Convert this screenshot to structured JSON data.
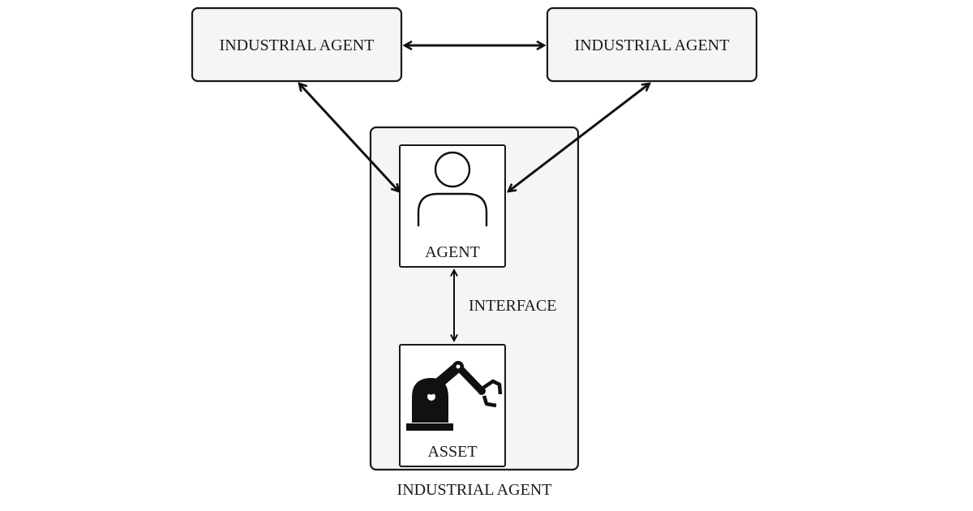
{
  "diagram": {
    "top_left_agent": {
      "label": "INDUSTRIAL AGENT"
    },
    "top_right_agent": {
      "label": "INDUSTRIAL AGENT"
    },
    "central_agent": {
      "label": "INDUSTRIAL AGENT",
      "agent": {
        "label": "AGENT",
        "icon": "person-icon"
      },
      "interface": {
        "label": "INTERFACE"
      },
      "asset": {
        "label": "ASSET",
        "icon": "robot-arm-icon"
      }
    }
  },
  "colors": {
    "stroke": "#1a1a1a",
    "box_fill": "#f5f5f5",
    "inner_fill": "#ffffff"
  }
}
